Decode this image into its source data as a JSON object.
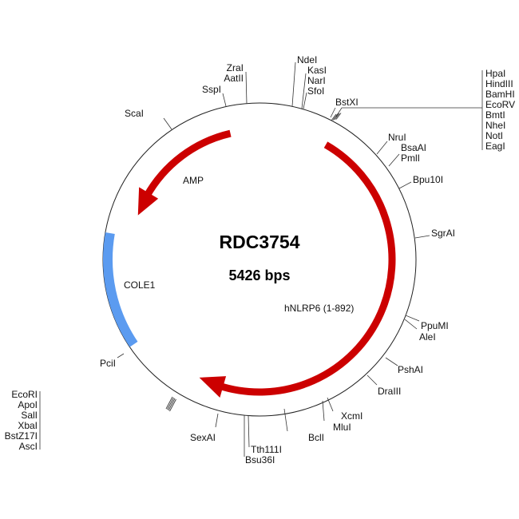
{
  "plasmid": {
    "name": "RDC3754",
    "size_label": "5426 bps"
  },
  "features": [
    {
      "name": "AMP",
      "color": "#cc0000"
    },
    {
      "name": "hNLRP6 (1-892)",
      "color": "#cc0000"
    },
    {
      "name": "COLE1",
      "color": "#5b9bf0"
    }
  ],
  "sites": {
    "ScaI": "ScaI",
    "SspI": "SspI",
    "ZraI": "ZraI",
    "AatII": "AatII",
    "NdeI": "NdeI",
    "KasI": "KasI",
    "NarI": "NarI",
    "SfoI": "SfoI",
    "BstXI": "BstXI",
    "NruI": "NruI",
    "BsaAI": "BsaAI",
    "PmlI": "PmlI",
    "Bpu10I": "Bpu10I",
    "SgrAI": "SgrAI",
    "PpuMI": "PpuMI",
    "AleI": "AleI",
    "PshAI": "PshAI",
    "DraIII": "DraIII",
    "XcmI": "XcmI",
    "MluI": "MluI",
    "BclI": "BclI",
    "Tth111I": "Tth111I",
    "Bsu36I": "Bsu36I",
    "SexAI": "SexAI",
    "PciI": "PciI"
  },
  "mcs_top": [
    "HpaI",
    "HindIII",
    "BamHI",
    "EcoRV",
    "BmtI",
    "NheI",
    "NotI",
    "EagI"
  ],
  "mcs_bottom": [
    "EcoRI",
    "ApoI",
    "SalI",
    "XbaI",
    "BstZ17I",
    "AscI"
  ]
}
